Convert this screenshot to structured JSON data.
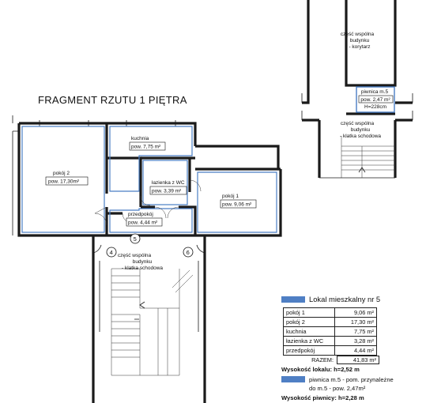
{
  "title": "FRAGMENT RZUTU 1 PIĘTRA",
  "rooms": {
    "pokoj2": [
      "pokój 2",
      "pow. 17,30m²"
    ],
    "kuchnia": [
      "kuchnia",
      "pow. 7,75 m²"
    ],
    "lazienka": [
      "łazienka z WC",
      "pow. 3,39 m²"
    ],
    "pokoj1": [
      "pokój 1",
      "pow. 9,06 m²"
    ],
    "przedpokoj": [
      "przedpokój",
      "pow. 4,44 m²"
    ]
  },
  "shared_stairs": [
    "część wspólna",
    "budynku",
    "- klatka schodowa"
  ],
  "markers": [
    "4",
    "5",
    "6"
  ],
  "basement": {
    "corridor": [
      "część wspólna",
      "budynku",
      "- korytarz"
    ],
    "piwnica": [
      "piwnica m.5",
      "pow. 2,47 m²",
      "H=228cm"
    ],
    "stairs": [
      "część wspólna",
      "budynku",
      "- klatka schodowa"
    ]
  },
  "legend": {
    "header": "Lokal mieszkalny nr 5",
    "rows": [
      {
        "name": "pokój 1",
        "value": "9,06 m²"
      },
      {
        "name": "pokój 2",
        "value": "17,30 m²"
      },
      {
        "name": "kuchnia",
        "value": "7,75 m²"
      },
      {
        "name": "łazienka z WC",
        "value": "3,28 m²"
      },
      {
        "name": "przedpokój",
        "value": "4,44 m²"
      }
    ],
    "total_label": "RAZEM:",
    "total_value": "41,83 m²",
    "height_lokal": "Wysokość lokalu: h=2,52 m",
    "piwnica_line1": "piwnica m.5 - pom. przynależne",
    "piwnica_line2": "do m.5 - pow. 2,47m²",
    "height_piwnica": "Wysokość piwnicy: h=2,28 m",
    "swatch_color": "#4f7fc4"
  }
}
